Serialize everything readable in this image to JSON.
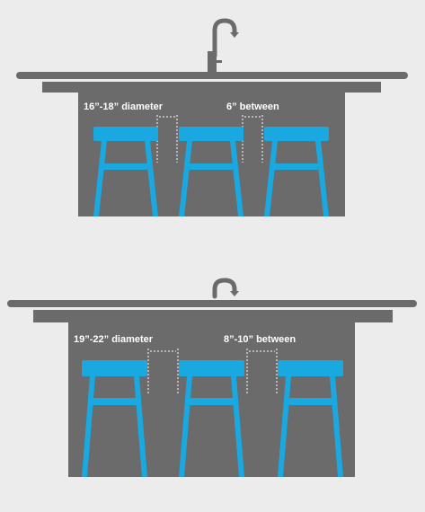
{
  "colors": {
    "background": "#ececec",
    "island": "#6b6b6b",
    "stool": "#19a8e0",
    "label_text": "#ffffff",
    "guide": "#ffffff"
  },
  "diagrams": [
    {
      "seat_diameter_label": "16”-18” diameter",
      "spacing_label": "6” between",
      "stool_count": 3,
      "faucet": "tall-gooseneck"
    },
    {
      "seat_diameter_label": "19”-22” diameter",
      "spacing_label": "8”-10” between",
      "stool_count": 3,
      "faucet": "low-spout"
    }
  ]
}
